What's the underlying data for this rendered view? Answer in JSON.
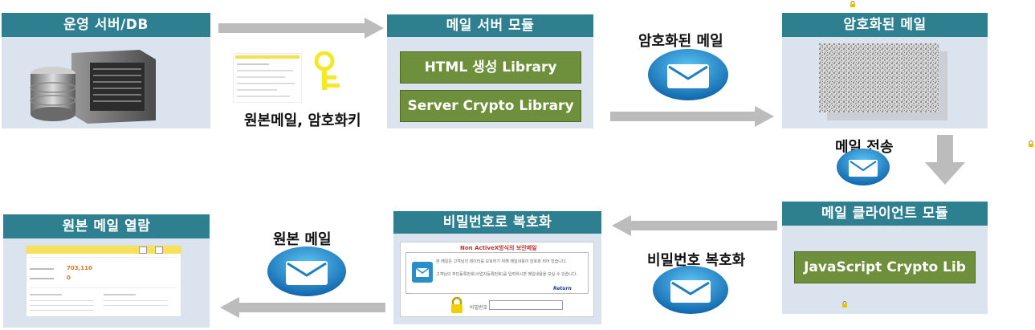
{
  "boxes": {
    "ops_server": {
      "title": "운영 서버/DB"
    },
    "mail_server": {
      "title": "메일 서버 모듈",
      "libs": [
        "HTML 생성 Library",
        "Server Crypto Library"
      ]
    },
    "encrypted_mail": {
      "title": "암호화된 메일"
    },
    "mail_client": {
      "title": "메일 클라이언트 모듈",
      "libs": [
        "JavaScript Crypto Lib"
      ]
    },
    "decrypt": {
      "title": "비밀번호로 복호화",
      "panel_title": "Non ActiveX방식의 보안메일",
      "panel_text_1": "본 메일은 고객님의 데이터를 보호하기 위해 메일내용이 암호화 되어 있습니다.",
      "panel_text_2": "고객님의 주민등록번호(사업자등록번호)를 입력하시면 메일내용을 보실 수 있습니다.",
      "panel_logo": "Return",
      "password_label": "비밀번호"
    },
    "view_mail": {
      "title": "원본 메일 열람",
      "amount": "703,110",
      "small_value": "0"
    }
  },
  "labels": {
    "original_and_key": "원본메일, 암호화키",
    "encrypted_mail": "암호화된 메일",
    "mail_send": "메일 전송",
    "password_decrypt": "비밀번호 복호화",
    "original_mail": "원본 메일"
  },
  "colors": {
    "title_bar": "#2e7f8f",
    "box_bg": "#dbe3ef",
    "lib_green": "#6e8f3c",
    "arrow_gray": "#bcbcbc",
    "envelope_blue": "#1c7fc2",
    "key_yellow": "#f3e92a"
  },
  "icons": [
    "server-db-icon",
    "mail-doc-icon",
    "key-icon",
    "envelope-icon",
    "noise-mail-icon",
    "lock-icon"
  ]
}
